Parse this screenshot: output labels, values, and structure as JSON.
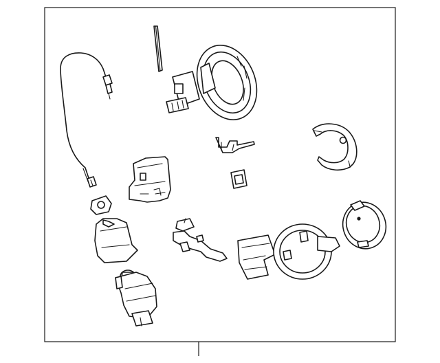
{
  "diagram": {
    "parts": [
      {
        "id": "antenna-rod",
        "icon": "rod-icon"
      },
      {
        "id": "oxygen-sensor-cable",
        "icon": "cable-icon"
      },
      {
        "id": "fuel-filler-housing",
        "icon": "housing-icon"
      },
      {
        "id": "bracket-clip",
        "icon": "clip-icon"
      },
      {
        "id": "small-grommet",
        "icon": "grommet-icon"
      },
      {
        "id": "heat-shield",
        "icon": "shield-icon"
      },
      {
        "id": "mounting-bracket",
        "icon": "bracket-icon"
      },
      {
        "id": "wire-clamp",
        "icon": "clamp-icon"
      },
      {
        "id": "boot-cover",
        "icon": "boot-icon"
      },
      {
        "id": "harness-clip",
        "icon": "harness-icon"
      },
      {
        "id": "actuator-motor",
        "icon": "actuator-icon"
      },
      {
        "id": "fuel-door-base",
        "icon": "door-base-icon"
      },
      {
        "id": "fuel-door-lid",
        "icon": "door-lid-icon"
      }
    ]
  }
}
